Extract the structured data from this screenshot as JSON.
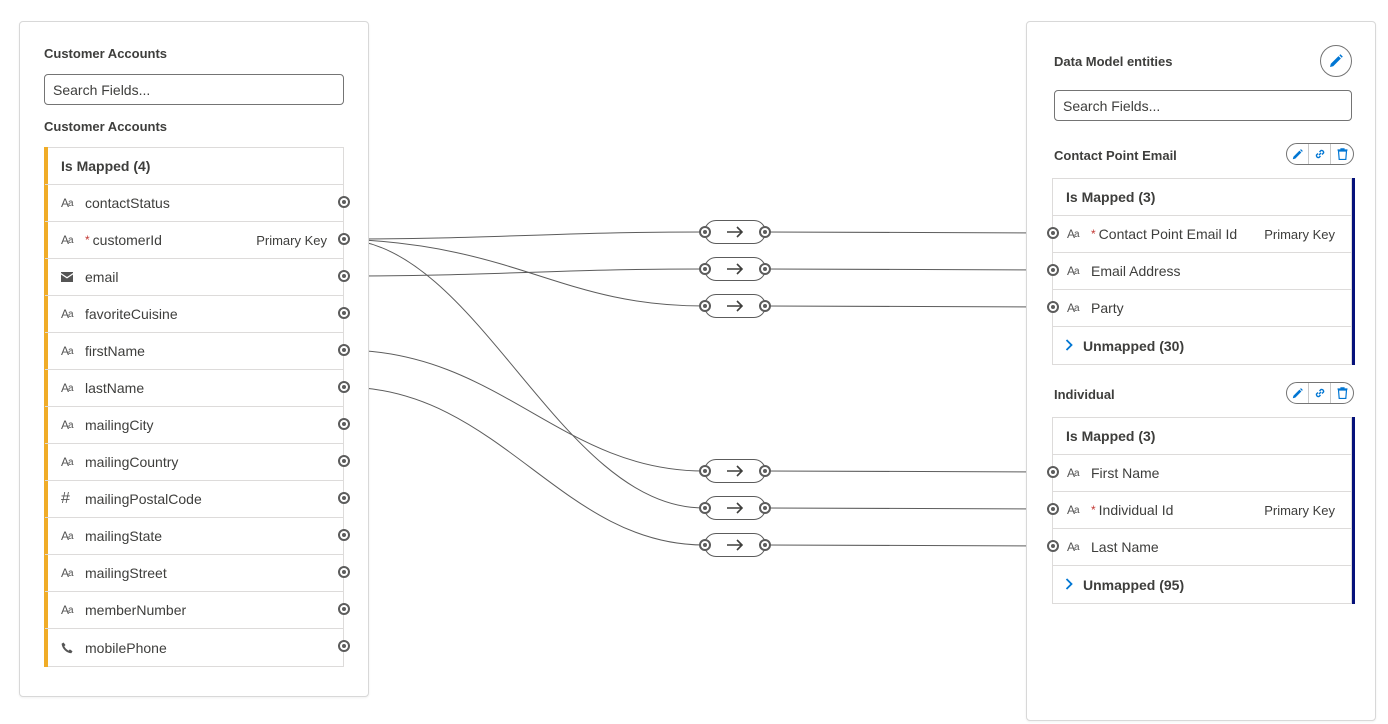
{
  "source": {
    "title": "Customer Accounts",
    "search_placeholder": "Search Fields...",
    "subtitle": "Customer Accounts",
    "group_label": "Is Mapped (4)",
    "fields": [
      {
        "name": "contactStatus",
        "type": "text-icon"
      },
      {
        "name": "customerId",
        "type": "text-icon",
        "required": "*",
        "tag": "Primary Key"
      },
      {
        "name": "email",
        "type": "email-icon"
      },
      {
        "name": "favoriteCuisine",
        "type": "text-icon"
      },
      {
        "name": "firstName",
        "type": "text-icon"
      },
      {
        "name": "lastName",
        "type": "text-icon"
      },
      {
        "name": "mailingCity",
        "type": "text-icon"
      },
      {
        "name": "mailingCountry",
        "type": "text-icon"
      },
      {
        "name": "mailingPostalCode",
        "type": "number-icon"
      },
      {
        "name": "mailingState",
        "type": "text-icon"
      },
      {
        "name": "mailingStreet",
        "type": "text-icon"
      },
      {
        "name": "memberNumber",
        "type": "text-icon"
      },
      {
        "name": "mobilePhone",
        "type": "phone-icon"
      }
    ]
  },
  "target": {
    "title": "Data Model entities",
    "search_placeholder": "Search Fields...",
    "entities": [
      {
        "name": "Contact Point Email",
        "group_label": "Is Mapped (3)",
        "fields": [
          {
            "name": "Contact Point Email Id",
            "required": "*",
            "tag": "Primary Key"
          },
          {
            "name": "Email Address"
          },
          {
            "name": "Party"
          }
        ],
        "unmapped_label": "Unmapped (30)"
      },
      {
        "name": "Individual",
        "group_label": "Is Mapped (3)",
        "fields": [
          {
            "name": "First Name"
          },
          {
            "name": "Individual Id",
            "required": "*",
            "tag": "Primary Key"
          },
          {
            "name": "Last Name"
          }
        ],
        "unmapped_label": "Unmapped (95)"
      }
    ]
  },
  "mappings": [
    {
      "from": "customerId",
      "to": "Contact Point Email Id"
    },
    {
      "from": "email",
      "to": "Email Address"
    },
    {
      "from": "customerId",
      "to": "Party"
    },
    {
      "from": "firstName",
      "to": "First Name"
    },
    {
      "from": "customerId",
      "to": "Individual Id"
    },
    {
      "from": "lastName",
      "to": "Last Name"
    }
  ],
  "icons": {
    "transform": "arrow-right-icon",
    "edit": "pencil-icon",
    "link": "link-icon",
    "delete": "trash-icon"
  },
  "colors": {
    "accent": "#0176d3",
    "mapped_bar": "#f0ac27",
    "entity_bar": "#06117a",
    "required": "#c23934"
  }
}
